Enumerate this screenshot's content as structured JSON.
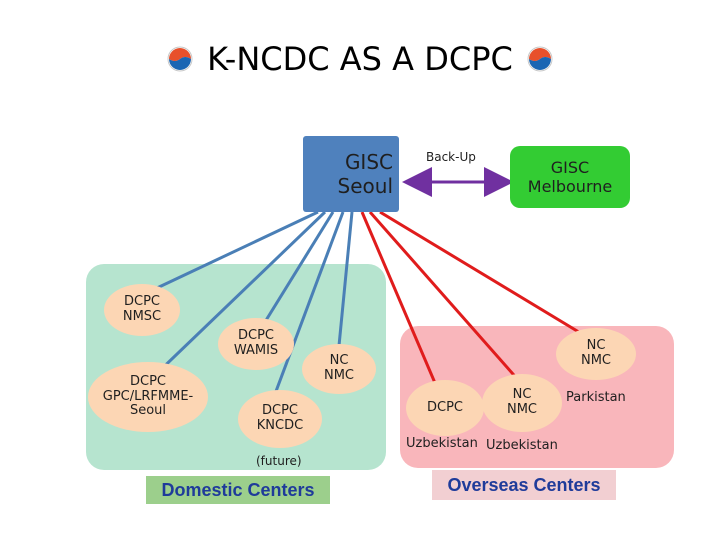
{
  "title": "K-NCDC  AS A DCPC",
  "nodes": {
    "gisc_seoul": "GISC Seoul",
    "gisc_melbourne": "GISC Melbourne",
    "backup": "Back-Up",
    "dcpc_nmsc": "DCPC NMSC",
    "dcpc_gpc": "DCPC GPC/LRFMME- Seoul",
    "dcpc_wamis": "DCPC WAMIS",
    "nc_nmc_domestic": "NC NMC",
    "dcpc_kncdc": "DCPC KNCDC",
    "future": "(future)",
    "nc_nmc_overseas_right": "NC NMC",
    "dcpc_overseas": "DCPC",
    "nc_nmc_overseas_mid": "NC NMC",
    "parkistan": "Parkistan",
    "uzbekistan_1": "Uzbekistan",
    "uzbekistan_2": "Uzbekistan"
  },
  "captions": {
    "domestic": "Domestic Centers",
    "overseas": "Overseas Centers"
  },
  "colors": {
    "gisc_seoul": "#4f81bd",
    "gisc_melbourne": "#33cc33",
    "domestic_region": "#b6e4cf",
    "overseas_region": "#f9b6bb",
    "ellipse_fill": "#fcd6b4",
    "blue_line": "#4a7fb6",
    "red_line": "#e01c1c",
    "backup_arrow": "#7030a0",
    "domestic_caption_bg": "#9ccf8c",
    "domestic_caption_text": "#1f3b9a",
    "overseas_caption_bg": "#f2cfd2",
    "overseas_caption_text": "#1f3b9a"
  }
}
